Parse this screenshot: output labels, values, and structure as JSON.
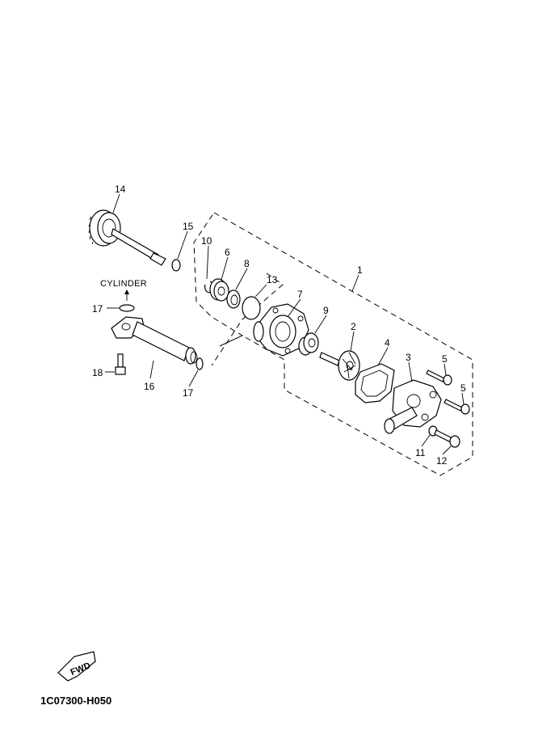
{
  "callouts": {
    "p1": "1",
    "p2": "2",
    "p3": "3",
    "p4": "4",
    "p5a": "5",
    "p5b": "5",
    "p6": "6",
    "p7": "7",
    "p8": "8",
    "p9": "9",
    "p10": "10",
    "p11": "11",
    "p12": "12",
    "p13": "13",
    "p14": "14",
    "p15": "15",
    "p16": "16",
    "p17a": "17",
    "p17b": "17",
    "p18": "18"
  },
  "cylinder_label": "CYLINDER",
  "fwd_label": "FWD",
  "diagram_code": "1C07300-H050"
}
